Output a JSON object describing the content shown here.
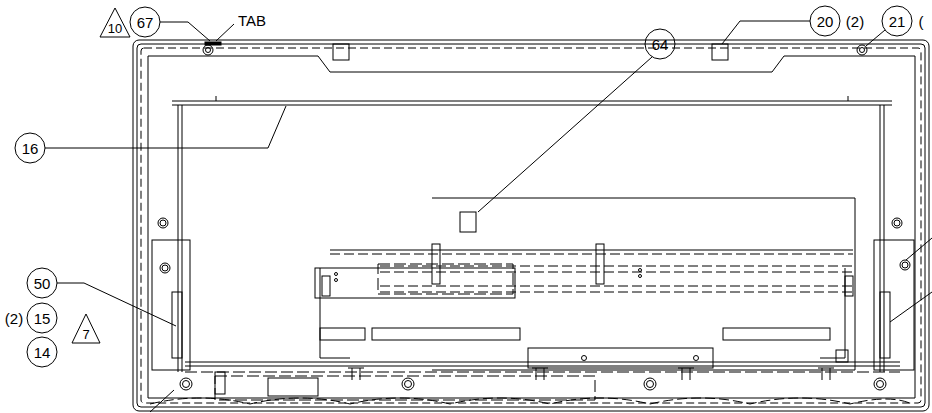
{
  "diagram": {
    "labels": [
      "10",
      "67",
      "TAB",
      "64",
      "20",
      "(2)",
      "21",
      "(",
      "16",
      "50",
      "(2)",
      "15",
      "7",
      "14"
    ]
  }
}
